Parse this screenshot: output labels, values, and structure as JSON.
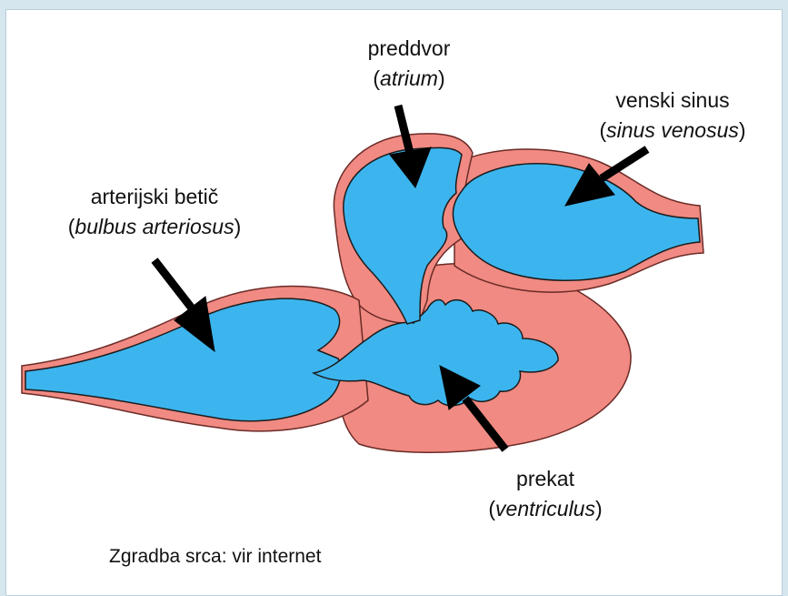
{
  "labels": {
    "atrium": {
      "name": "preddvor",
      "latin": "atrium"
    },
    "sinus": {
      "name": "venski sinus",
      "latin": "sinus venosus"
    },
    "bulbus": {
      "name": "arterijski betič",
      "latin": "bulbus arteriosus"
    },
    "ventricle": {
      "name": "prekat",
      "latin": "ventriculus"
    }
  },
  "caption": "Zgradba srca: vir internet",
  "colors": {
    "wall": "#f08a82",
    "wall_outline": "#7a2a26",
    "lumen": "#3cb5ee",
    "arrow": "#000000"
  }
}
